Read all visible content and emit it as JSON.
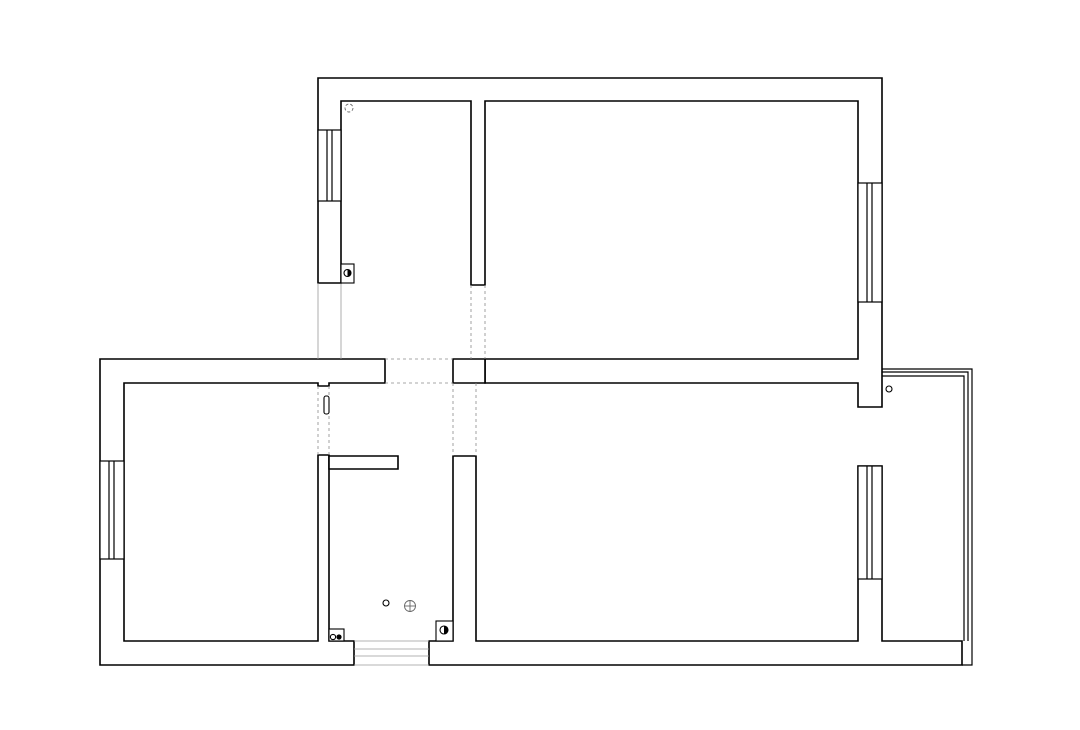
{
  "plan": {
    "colors": {
      "wall_stroke": "#000000",
      "background": "#ffffff",
      "guide": "#9a9a9a"
    },
    "fixtures": [
      "window-upper-left",
      "window-upper-right",
      "window-left",
      "window-balcony",
      "meter-symbol-upper",
      "meter-symbol-bathroom",
      "meter-symbol-entry",
      "floor-drain",
      "drain-point",
      "pipe-marker-balcony",
      "pipe-marker-kitchen"
    ]
  }
}
